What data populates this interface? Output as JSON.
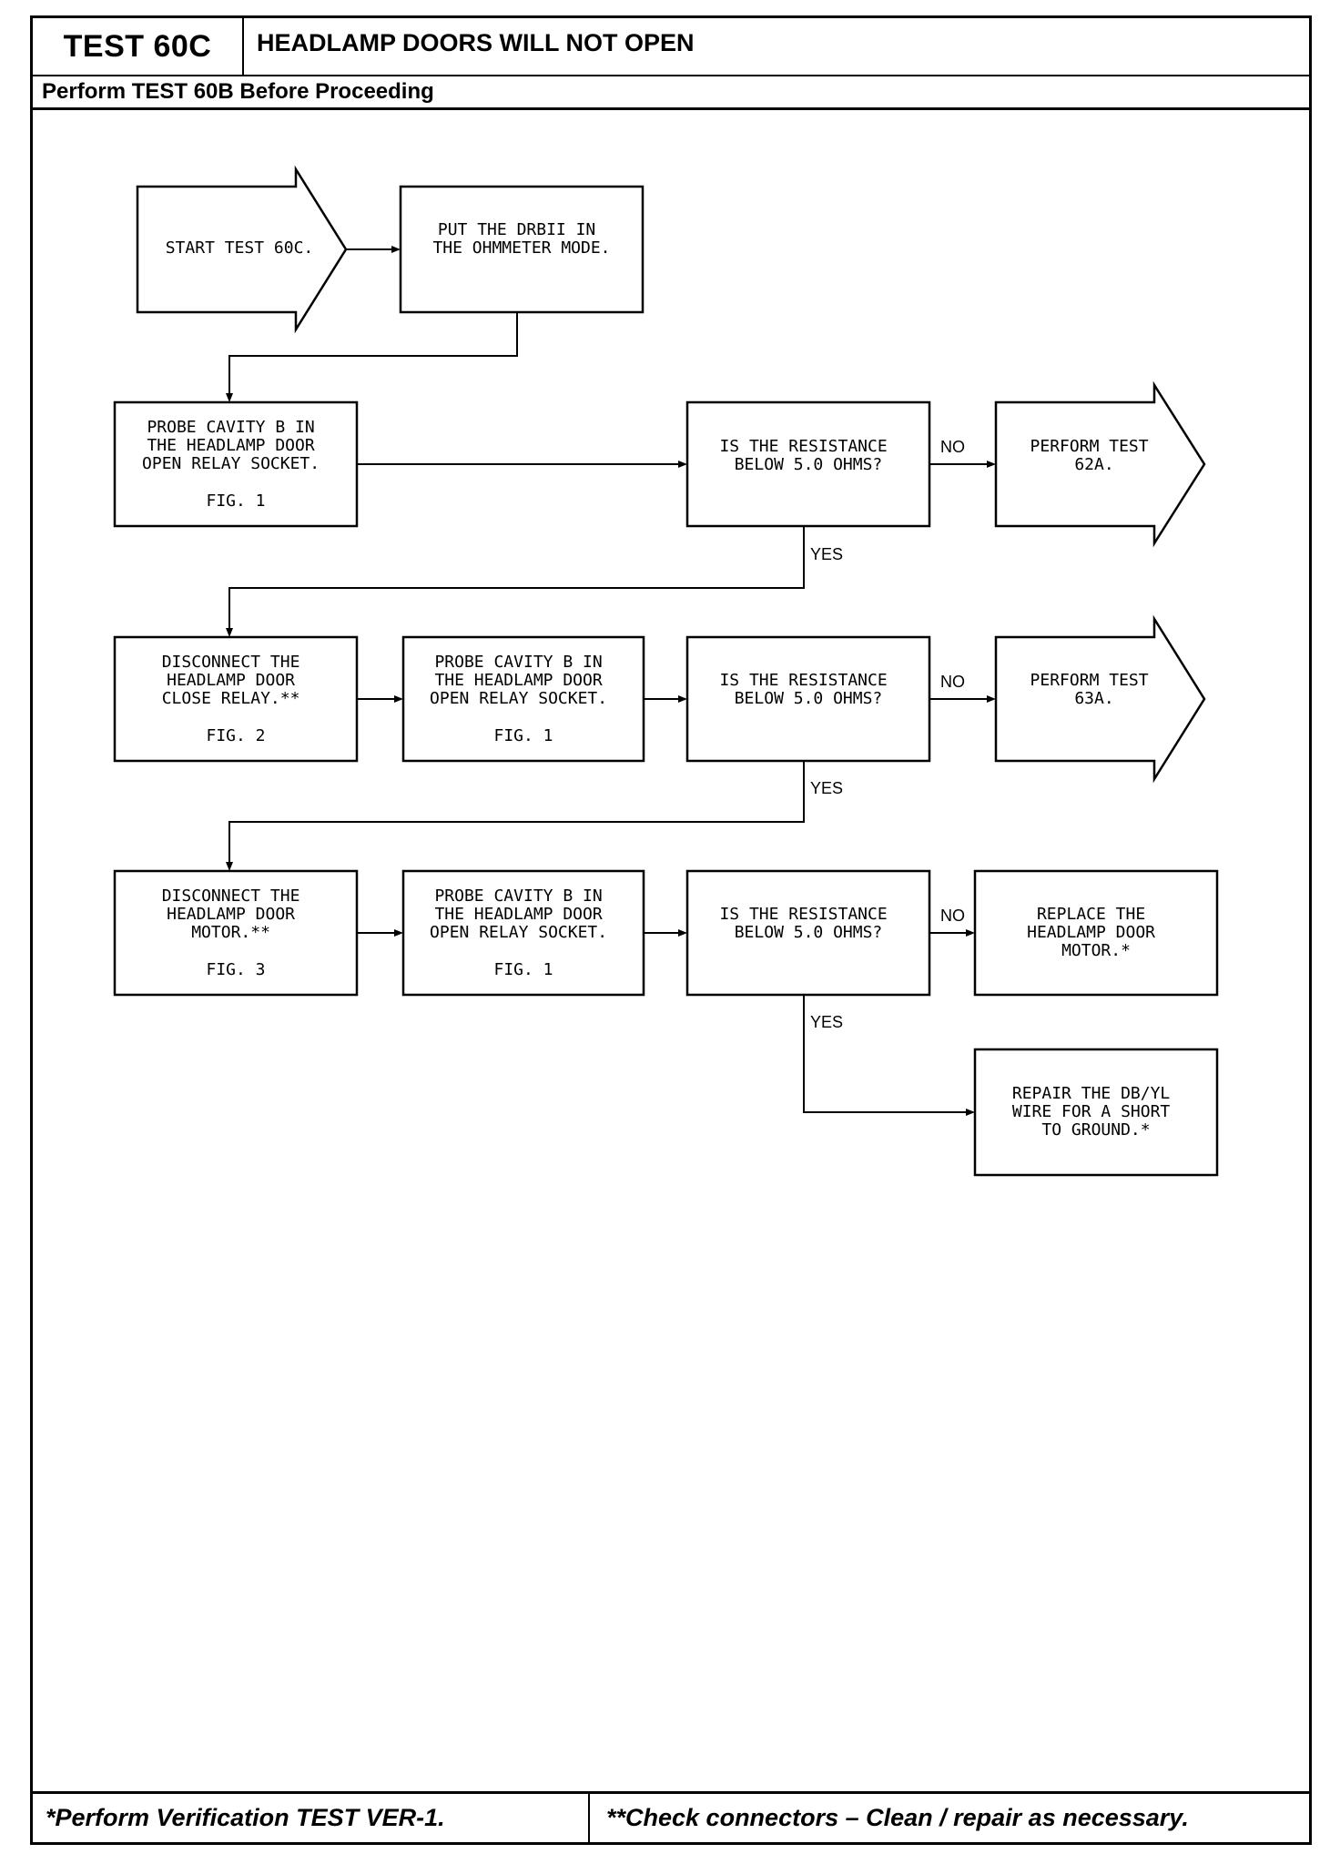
{
  "header": {
    "test_id": "TEST 60C",
    "title": "HEADLAMP DOORS WILL NOT OPEN",
    "prerequisite": "Perform TEST 60B Before Proceeding"
  },
  "flow": {
    "start": "START TEST 60C.",
    "put_drb": [
      "PUT THE DRBII IN",
      "THE OHMMETER MODE."
    ],
    "probe_1": [
      "PROBE CAVITY B IN",
      "THE HEADLAMP DOOR",
      "OPEN RELAY SOCKET."
    ],
    "probe_1_fig": "FIG. 1",
    "question_1": [
      "IS THE RESISTANCE",
      "BELOW 5.0 OHMS?"
    ],
    "perform_62a": [
      "PERFORM TEST",
      "62A."
    ],
    "disconnect_close": [
      "DISCONNECT THE",
      "HEADLAMP DOOR",
      "CLOSE RELAY.**"
    ],
    "disconnect_close_fig": "FIG. 2",
    "probe_2": [
      "PROBE CAVITY B IN",
      "THE HEADLAMP DOOR",
      "OPEN RELAY SOCKET."
    ],
    "probe_2_fig": "FIG. 1",
    "question_2": [
      "IS THE RESISTANCE",
      "BELOW 5.0 OHMS?"
    ],
    "perform_63a": [
      "PERFORM TEST",
      "63A."
    ],
    "disconnect_motor": [
      "DISCONNECT THE",
      "HEADLAMP DOOR",
      "MOTOR.**"
    ],
    "disconnect_motor_fig": "FIG. 3",
    "probe_3": [
      "PROBE CAVITY B IN",
      "THE HEADLAMP DOOR",
      "OPEN RELAY SOCKET."
    ],
    "probe_3_fig": "FIG. 1",
    "question_3": [
      "IS THE RESISTANCE",
      "BELOW 5.0 OHMS?"
    ],
    "replace_motor": [
      "REPLACE THE",
      "HEADLAMP DOOR",
      "MOTOR.*"
    ],
    "repair_wire": [
      "REPAIR THE DB/YL",
      "WIRE FOR A SHORT",
      "TO GROUND.*"
    ],
    "labels": {
      "no": "NO",
      "yes": "YES"
    }
  },
  "footer": {
    "left": "*Perform Verification TEST VER-1.",
    "right": "**Check connectors – Clean / repair as necessary."
  }
}
